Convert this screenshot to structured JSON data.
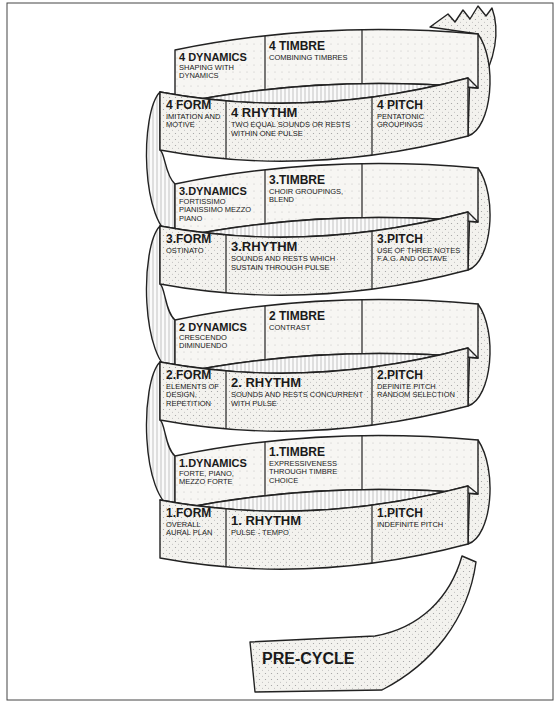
{
  "diagram": {
    "nodes": [
      {
        "text": [
          "PRE-CYCLE"
        ]
      },
      {
        "text": [
          "1.FORM",
          "OVERALL AURAL PLAN"
        ]
      },
      {
        "text": [
          "1. RHYTHM",
          "PULSE - TEMPO"
        ]
      },
      {
        "text": [
          "1.PITCH",
          "INDEFINITE PITCH"
        ]
      },
      {
        "text": [
          "1.DYNAMICS",
          "FORTE, PIANO, MEZZO FORTE"
        ]
      },
      {
        "text": [
          "1.TIMBRE",
          "EXPRESSIVENESS THROUGH TIMBRE CHOICE"
        ]
      },
      {
        "text": [
          "2.FORM",
          "ELEMENTS OF DESIGN, REPETITION"
        ]
      },
      {
        "text": [
          "2. RHYTHM",
          "SOUNDS AND RESTS CONCURRENT WITH PULSE"
        ]
      },
      {
        "text": [
          "2.PITCH",
          "DEFINITE PITCH RANDOM SELECTION"
        ]
      },
      {
        "text": [
          "2 DYNAMICS",
          "CRESCENDO DIMINUENDO"
        ]
      },
      {
        "text": [
          "2 TIMBRE",
          "CONTRAST"
        ]
      },
      {
        "text": [
          "3.FORM",
          "OSTINATO"
        ]
      },
      {
        "text": [
          "3.RHYTHM",
          "SOUNDS AND RESTS WHICH SUSTAIN THROUGH PULSE"
        ]
      },
      {
        "text": [
          "3.PITCH",
          "USE OF THREE NOTES F.A.G. AND OCTAVE"
        ]
      },
      {
        "text": [
          "3.DYNAMICS",
          "FORTISSIMO PIANISSIMO MEZZO PIANO"
        ]
      },
      {
        "text": [
          "3.TIMBRE",
          "CHOIR GROUPINGS, BLEND"
        ]
      },
      {
        "text": [
          "4 FORM",
          "IMITATION AND MOTIVE"
        ]
      },
      {
        "text": [
          "4 RHYTHM",
          "TWO EQUAL SOUNDS OR RESTS WITHIN ONE PULSE"
        ]
      },
      {
        "text": [
          "4 PITCH",
          "PENTATONIC GROUPINGS"
        ]
      },
      {
        "text": [
          "4 DYNAMICS",
          "SHAPING WITH DYNAMICS"
        ]
      },
      {
        "text": [
          "4 TIMBRE",
          "COMBINING TIMBRES"
        ]
      }
    ]
  }
}
